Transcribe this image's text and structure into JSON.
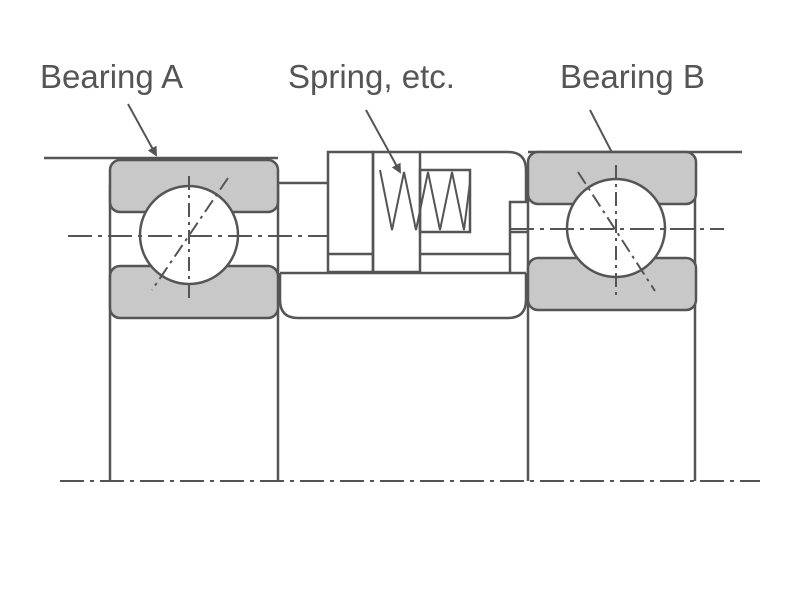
{
  "labels": {
    "bearing_a": "Bearing A",
    "spring": "Spring, etc.",
    "bearing_b": "Bearing B"
  },
  "colors": {
    "line": "#555555",
    "race_fill": "#c8c8c8",
    "background": "#ffffff"
  }
}
